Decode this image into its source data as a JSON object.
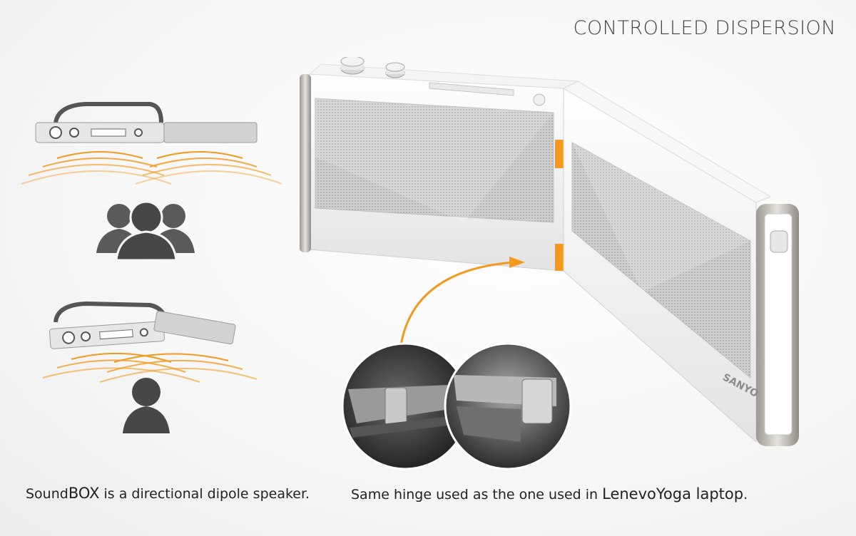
{
  "heading": "CONTROLLED DISPERSION",
  "captions": {
    "left_pre": "Sound",
    "left_bold": "BOX",
    "left_post": " is a directional dipole speaker.",
    "right_pre": "Same hinge used as the one used in ",
    "right_bold": "LenevoYoga laptop",
    "right_post": "."
  },
  "brand_label": "SANYO",
  "colors": {
    "accent": "#f39a1e",
    "silhouette": "#555555",
    "grille": "#c9c9c9"
  }
}
